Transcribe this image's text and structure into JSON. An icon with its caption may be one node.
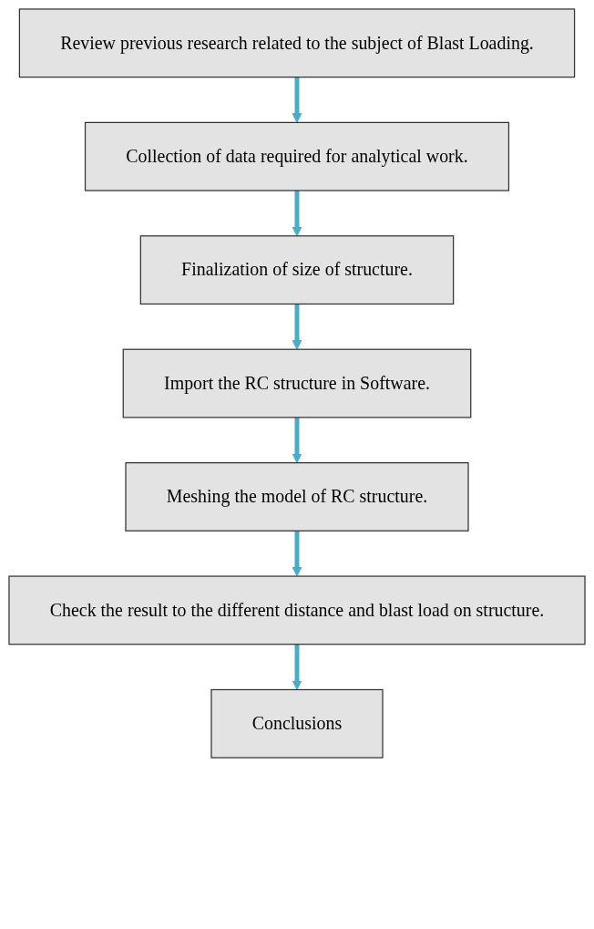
{
  "diagram": {
    "nodes": [
      {
        "text": [
          "Review previous research related to the subject of Blast Loading."
        ]
      },
      {
        "text": [
          "Collection of data required for analytical work."
        ]
      },
      {
        "text": [
          "Finalization of size of structure."
        ]
      },
      {
        "text": [
          "Import the RC structure in Software."
        ]
      },
      {
        "text": [
          "Meshing the model of RC structure."
        ]
      },
      {
        "text": [
          "Check the result to the different distance and blast load on structure."
        ]
      },
      {
        "text": [
          "Conclusions"
        ]
      }
    ],
    "edges": [
      {
        "from": 0,
        "to": 1,
        "arrow": "to"
      },
      {
        "from": 1,
        "to": 2,
        "arrow": "to"
      },
      {
        "from": 2,
        "to": 3,
        "arrow": "to"
      },
      {
        "from": 3,
        "to": 4,
        "arrow": "to"
      },
      {
        "from": 4,
        "to": 5,
        "arrow": "to"
      },
      {
        "from": 5,
        "to": 6,
        "arrow": "to"
      }
    ]
  }
}
